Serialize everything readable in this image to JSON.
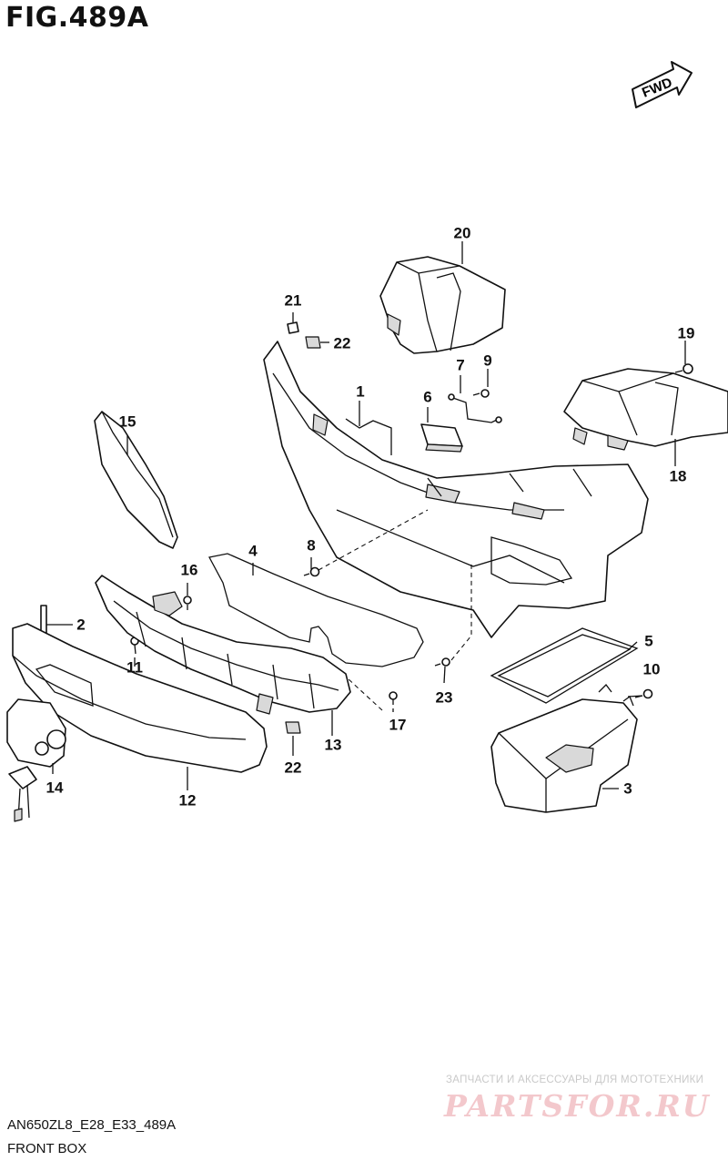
{
  "figure": {
    "title": "FIG.489A",
    "code": "AN650ZL8_E28_E33_489A",
    "name": "FRONT BOX",
    "direction_badge": "FWD"
  },
  "callouts": [
    {
      "id": "1",
      "label": "1"
    },
    {
      "id": "2",
      "label": "2"
    },
    {
      "id": "3",
      "label": "3"
    },
    {
      "id": "4",
      "label": "4"
    },
    {
      "id": "5",
      "label": "5"
    },
    {
      "id": "6",
      "label": "6"
    },
    {
      "id": "7",
      "label": "7"
    },
    {
      "id": "8",
      "label": "8"
    },
    {
      "id": "9",
      "label": "9"
    },
    {
      "id": "10",
      "label": "10"
    },
    {
      "id": "11",
      "label": "11"
    },
    {
      "id": "12",
      "label": "12"
    },
    {
      "id": "13",
      "label": "13"
    },
    {
      "id": "14",
      "label": "14"
    },
    {
      "id": "15",
      "label": "15"
    },
    {
      "id": "16",
      "label": "16"
    },
    {
      "id": "17",
      "label": "17"
    },
    {
      "id": "18",
      "label": "18"
    },
    {
      "id": "19",
      "label": "19"
    },
    {
      "id": "20",
      "label": "20"
    },
    {
      "id": "21",
      "label": "21"
    },
    {
      "id": "22a",
      "label": "22"
    },
    {
      "id": "22b",
      "label": "22"
    },
    {
      "id": "23",
      "label": "23"
    }
  ],
  "watermark": {
    "tagline": "ЗАПЧАСТИ И АКСЕССУАРЫ ДЛЯ МОТОТЕХНИКИ",
    "brand": "PARTSFOR.RU"
  },
  "colors": {
    "ink": "#111111",
    "background": "#ffffff",
    "watermark_brand": "#f3c8cc",
    "watermark_tagline": "#c9c9c9"
  }
}
